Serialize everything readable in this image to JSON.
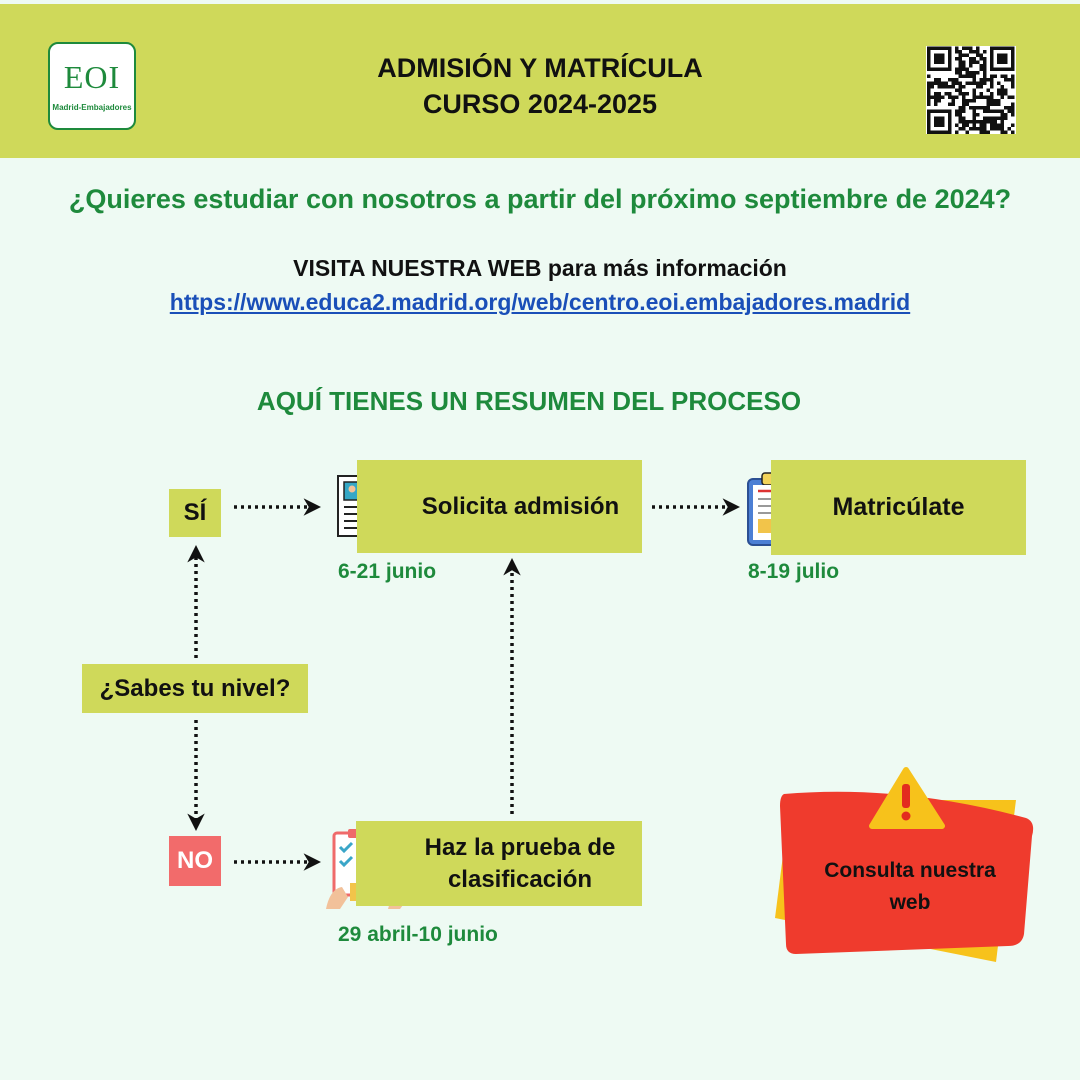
{
  "header": {
    "logo_text": "EOI",
    "logo_subtitle": "Madrid-Embajadores",
    "title_line1": "ADMISIÓN Y MATRÍCULA",
    "title_line2": "CURSO 2024-2025"
  },
  "intro": {
    "question": "¿Quieres estudiar con nosotros a partir del próximo septiembre de 2024?",
    "visit": "VISITA NUESTRA WEB para más información",
    "url": "https://www.educa2.madrid.org/web/centro.eoi.embajadores.madrid"
  },
  "summary_title": "AQUÍ TIENES UN RESUMEN DEL PROCESO",
  "flow": {
    "question": "¿Sabes tu nivel?",
    "yes": "SÍ",
    "no": "NO",
    "apply": {
      "label": "Solicita admisión",
      "date": "6-21 junio"
    },
    "enroll": {
      "label": "Matricúlate",
      "date": "8-19 julio"
    },
    "test": {
      "line1": "Haz la prueba de",
      "line2": "clasificación",
      "date": "29 abril-10 junio"
    }
  },
  "notice": {
    "line1": "Consulta nuestra",
    "line2": "web"
  },
  "colors": {
    "header_bg": "#cfd95a",
    "page_bg": "#eefaf3",
    "accent_green": "#1e8a3c",
    "link_blue": "#1a4fb8",
    "no_red": "#f26b6b",
    "notice_red": "#ef3b2d",
    "notice_yellow": "#f7c21b"
  },
  "icons": [
    "qr-code-icon",
    "application-form-icon",
    "registration-clipboard-icon",
    "test-chart-icon",
    "warning-icon"
  ]
}
